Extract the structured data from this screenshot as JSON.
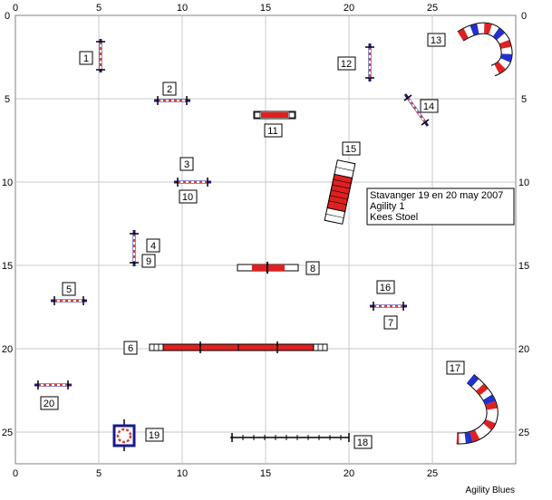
{
  "axes": {
    "x_ticks": [
      "0",
      "5",
      "10",
      "15",
      "20",
      "25"
    ],
    "y_ticks": [
      "0",
      "5",
      "10",
      "15",
      "20",
      "25"
    ]
  },
  "info_box": {
    "line1": "Stavanger 19 en 20 may 2007",
    "line2": "Agility 1",
    "line3": "Kees Stoel"
  },
  "credit": "Agility Blues",
  "obstacle_numbers": {
    "n1": "1",
    "n2": "2",
    "n3": "3",
    "n4": "4",
    "n5": "5",
    "n6": "6",
    "n7": "7",
    "n8": "8",
    "n9": "9",
    "n10": "10",
    "n11": "11",
    "n12": "12",
    "n13": "13",
    "n14": "14",
    "n15": "15",
    "n16": "16",
    "n17": "17",
    "n18": "18",
    "n19": "19",
    "n20": "20"
  },
  "colors": {
    "grid": "#c0c0c0",
    "jump_bar": "#d04040",
    "jump_wing": "#1a1a8a",
    "tunnel_red": "#e02020",
    "tunnel_blue": "#2030d0",
    "tunnel_white": "#ffffff"
  }
}
